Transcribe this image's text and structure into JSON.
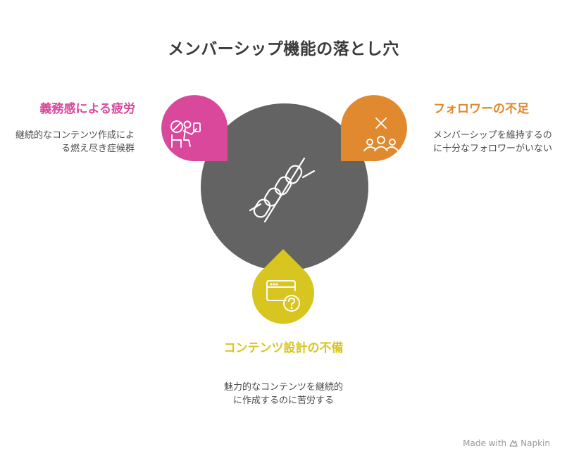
{
  "title": "メンバーシップ機能の落とし穴",
  "colors": {
    "center": "#636363",
    "left": "#d9489b",
    "right": "#e0892e",
    "bottom": "#d9c51f",
    "text": "#4a4a4a",
    "title": "#3b3b3b"
  },
  "center": {
    "icon": "chain-link-icon"
  },
  "items": {
    "left": {
      "heading": "義務感による疲労",
      "description": "継続的なコンテンツ作成による燃え尽き症候群",
      "icon": "exhausted-person-icon"
    },
    "right": {
      "heading": "フォロワーの不足",
      "description": "メンバーシップを維持するのに十分なフォロワーがいない",
      "icon": "group-cross-icon"
    },
    "bottom": {
      "heading": "コンテンツ設計の不備",
      "description": "魅力的なコンテンツを継続的に作成するのに苦労する",
      "icon": "window-question-icon"
    }
  },
  "footer": {
    "made_with": "Made with",
    "brand": "Napkin"
  }
}
